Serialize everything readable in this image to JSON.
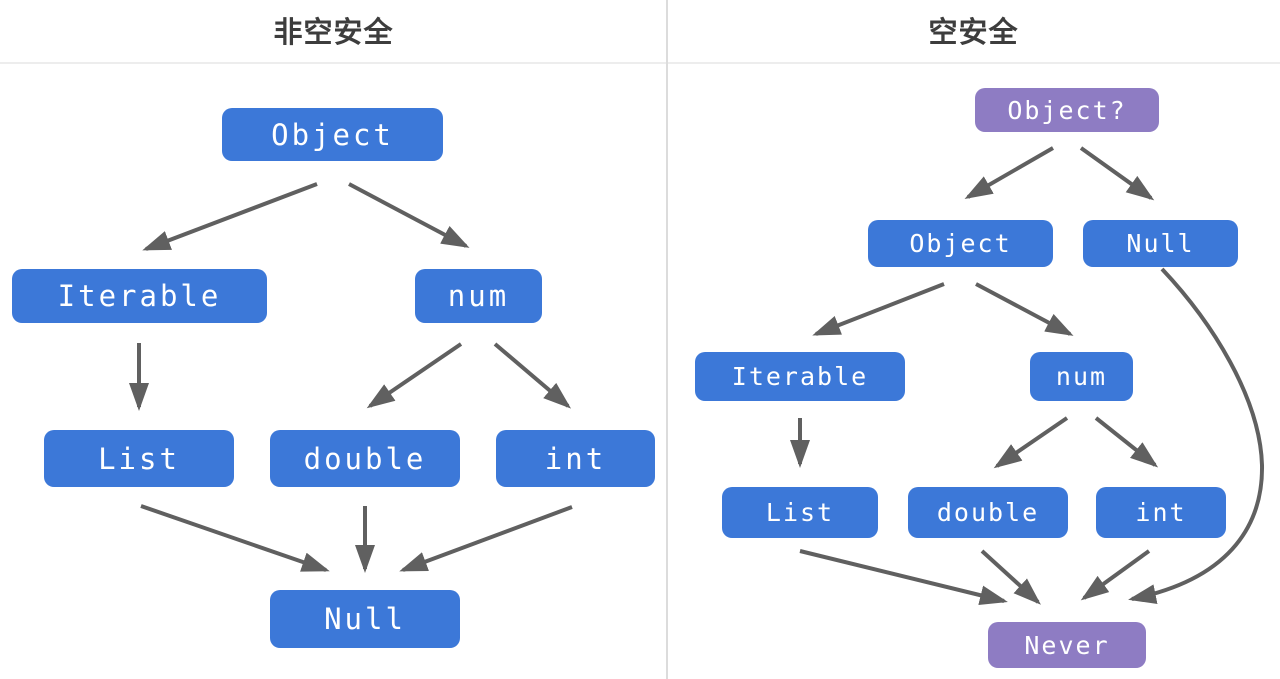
{
  "left": {
    "title": "非空安全",
    "nodes": {
      "object": {
        "label": "Object"
      },
      "iterable": {
        "label": "Iterable"
      },
      "num": {
        "label": "num"
      },
      "list": {
        "label": "List"
      },
      "double": {
        "label": "double"
      },
      "int": {
        "label": "int"
      },
      "null": {
        "label": "Null"
      }
    },
    "edges": [
      {
        "from": "Object",
        "to": "Iterable"
      },
      {
        "from": "Object",
        "to": "num"
      },
      {
        "from": "Iterable",
        "to": "List"
      },
      {
        "from": "num",
        "to": "double"
      },
      {
        "from": "num",
        "to": "int"
      },
      {
        "from": "List",
        "to": "Null"
      },
      {
        "from": "double",
        "to": "Null"
      },
      {
        "from": "int",
        "to": "Null"
      }
    ]
  },
  "right": {
    "title": "空安全",
    "nodes": {
      "object_nullable": {
        "label": "Object?"
      },
      "object": {
        "label": "Object"
      },
      "null": {
        "label": "Null"
      },
      "iterable": {
        "label": "Iterable"
      },
      "num": {
        "label": "num"
      },
      "list": {
        "label": "List"
      },
      "double": {
        "label": "double"
      },
      "int": {
        "label": "int"
      },
      "never": {
        "label": "Never"
      }
    },
    "edges": [
      {
        "from": "Object?",
        "to": "Object"
      },
      {
        "from": "Object?",
        "to": "Null"
      },
      {
        "from": "Object",
        "to": "Iterable"
      },
      {
        "from": "Object",
        "to": "num"
      },
      {
        "from": "Iterable",
        "to": "List"
      },
      {
        "from": "num",
        "to": "double"
      },
      {
        "from": "num",
        "to": "int"
      },
      {
        "from": "List",
        "to": "Never"
      },
      {
        "from": "double",
        "to": "Never"
      },
      {
        "from": "int",
        "to": "Never"
      },
      {
        "from": "Null",
        "to": "Never"
      }
    ]
  },
  "colors": {
    "node_blue": "#3c78d8",
    "node_purple": "#8e7cc3",
    "arrow_gray": "#606060",
    "title_text": "#3d3d3d",
    "node_text": "#ffffff",
    "divider": "#e5e5e5",
    "background": "#ffffff"
  }
}
